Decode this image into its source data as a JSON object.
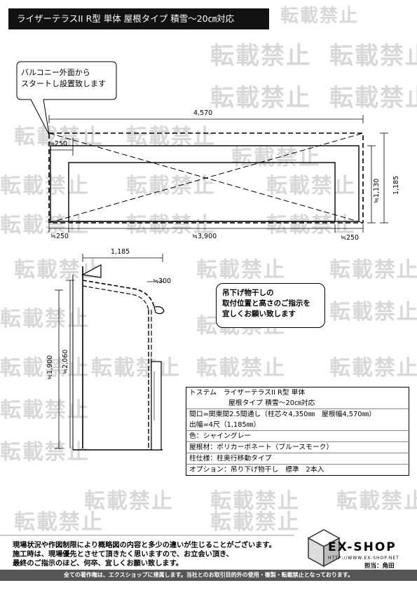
{
  "header": {
    "title": "ライザーテラスII R型 単体 屋根タイプ 積雪～20㎝対応"
  },
  "watermark": {
    "text": "転載禁止"
  },
  "callout": {
    "lines": [
      "バルコニー外面から",
      "スタートし設置致します"
    ]
  },
  "plan_dimensions": {
    "total_width": "4,570",
    "eave": "≒250",
    "inner_width": "≒3,900",
    "left_post": "≒250",
    "right_post": "≒250",
    "depth_inner": "≒1,130",
    "depth_total": "1,185"
  },
  "side_dimensions": {
    "projection": "1,185",
    "gutter": "≒300",
    "post_height": "≒1,900",
    "total_height": "≒2,060"
  },
  "note": {
    "lines": [
      "吊下げ物干しの",
      "取付位置と高さのご指示を",
      "宜しくお願い致します"
    ]
  },
  "spec": {
    "rows": [
      "トステム　ライザーテラスII R型 単体",
      "屋根タイプ 積雪～20㎝対応",
      "間口=関東間2.5間通し（柱芯々4,350㎜　屋根幅4,570㎜）",
      "出幅=4尺（1,185㎜）",
      "色：シャイングレー",
      "屋根材：ポリカーボネート（ブルースモーク）",
      "柱仕様：柱奥行移動タイプ",
      "オプション：吊り下げ物干し　標準　2本入"
    ]
  },
  "footer": {
    "lines": [
      "現場状況や作図制限により概略図の内容と多少の違いが生じることがございます。",
      "施工時は、現場優先とさせて頂きたく思いますので、お立会い頂き、",
      "最終のご指示のほど、何卒、宜しくお願い致します。"
    ],
    "copyright": "全ての著作権は、エクスショップに帰属します。当社とのお取引目的外の使用・複製・転載禁止となっております。"
  },
  "logo": {
    "name": "EX-SHOP",
    "url": "HTTP://WWW.EX-SHOP.NET",
    "person": "担当：角田"
  }
}
